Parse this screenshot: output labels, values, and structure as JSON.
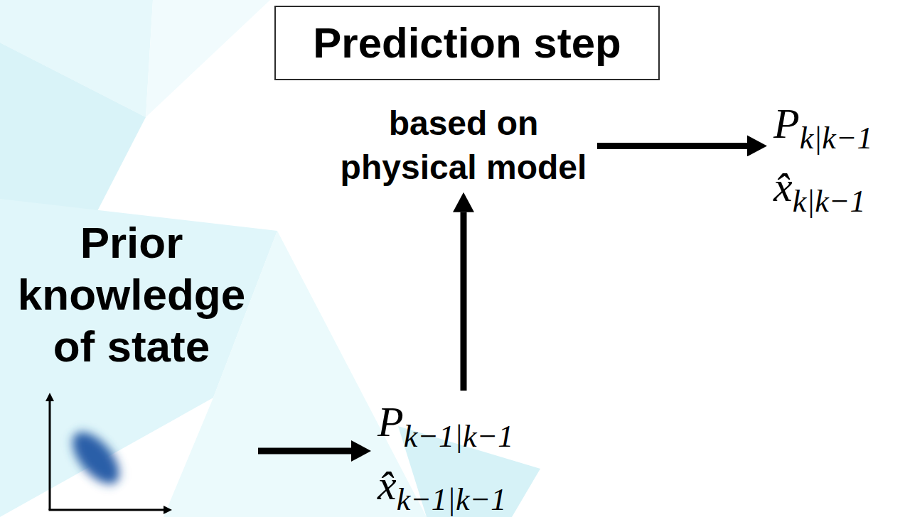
{
  "diagram": {
    "nodes": [
      {
        "text": [
          "Prediction step"
        ]
      },
      {
        "text": [
          "based on physical model"
        ]
      },
      {
        "text": [
          "P",
          "k|k−1",
          "x̂",
          "k|k−1"
        ]
      },
      {
        "text": [
          "Prior knowledge of state"
        ]
      },
      {
        "text": [
          "P",
          "k−1|k−1",
          "x̂",
          "k−1|k−1"
        ]
      }
    ],
    "edges": [
      {
        "from": 3,
        "to": 4,
        "arrow": "to"
      },
      {
        "from": 4,
        "to": 1,
        "arrow": "to"
      },
      {
        "from": 1,
        "to": 2,
        "arrow": "to"
      }
    ]
  }
}
